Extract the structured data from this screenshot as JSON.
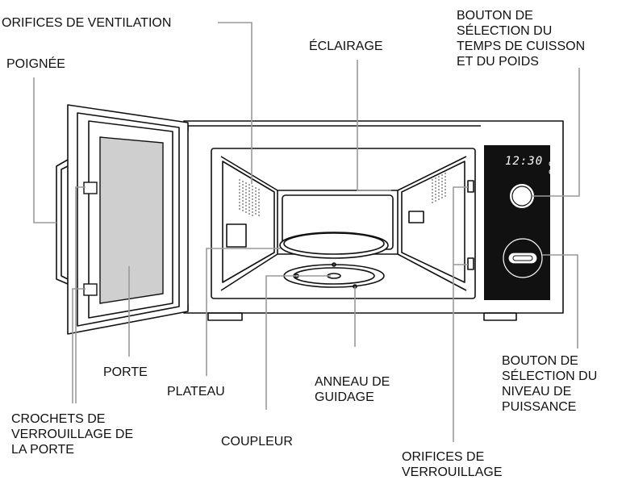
{
  "labels": {
    "vents": "ORIFICES DE VENTILATION",
    "lighting": "ÉCLAIRAGE",
    "time_knob": "BOUTON DE\nSÉLECTION DU\nTEMPS DE CUISSON\nET DU POIDS",
    "handle": "POIGNÉE",
    "door": "PORTE",
    "plate": "PLATEAU",
    "guide_ring": "ANNEAU DE\nGUIDAGE",
    "power_knob": "BOUTON DE\nSÉLECTION DU\nNIVEAU DE\nPUISSANCE",
    "door_hooks": "CROCHETS DE\nVERROUILLAGE DE\nLA PORTE",
    "coupler": "COUPLEUR",
    "lock_holes": "ORIFICES DE\nVERROUILLAGE"
  },
  "display": {
    "clock": "12:30"
  },
  "colors": {
    "door_glass": "#cfcfcf",
    "control_panel": "#111111",
    "leader_line": "#9a9a9a"
  }
}
